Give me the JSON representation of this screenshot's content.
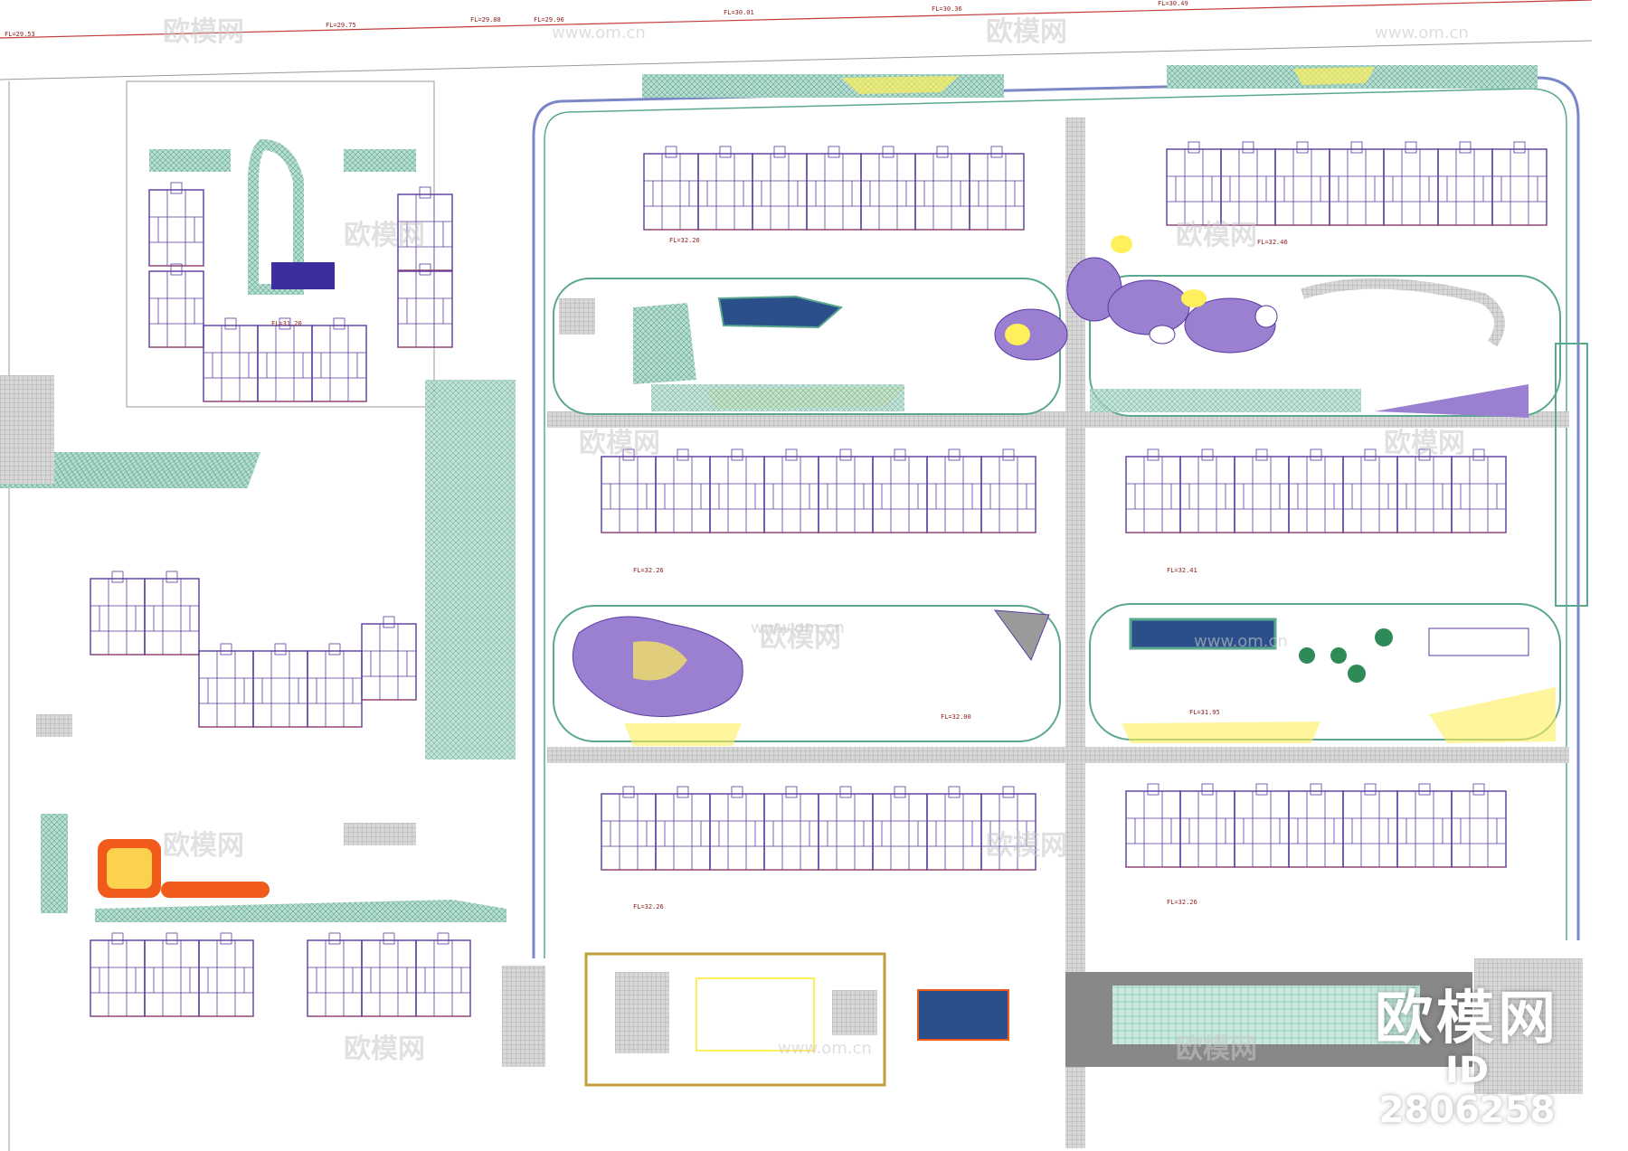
{
  "watermark": {
    "cn": "欧模网",
    "url": "www.om.cn",
    "corner_cn": "欧模网",
    "corner_id": "ID 2806258"
  },
  "colors": {
    "building_outline": "#5a3aa0",
    "hatch_green": "#5aa890",
    "road_grey": "#9a9a9a",
    "water_blue": "#2b4f8a",
    "play_purple": "#9b7fd1",
    "accent_yellow": "#ffef5a",
    "orange_area": "#f05a1a",
    "label_red": "#8b1a1a"
  },
  "elevations": [
    "FL=29.75",
    "FL=29.88",
    "FL=29.96",
    "FL=30.01",
    "FL=30.36",
    "FL=30.49",
    "FL=29.53",
    "FL=32.26",
    "FL=32.41",
    "FL=32.46",
    "FL=31.20",
    "FL=31.95",
    "FL=32.00"
  ],
  "plan": {
    "description_icon": "site-plan"
  }
}
